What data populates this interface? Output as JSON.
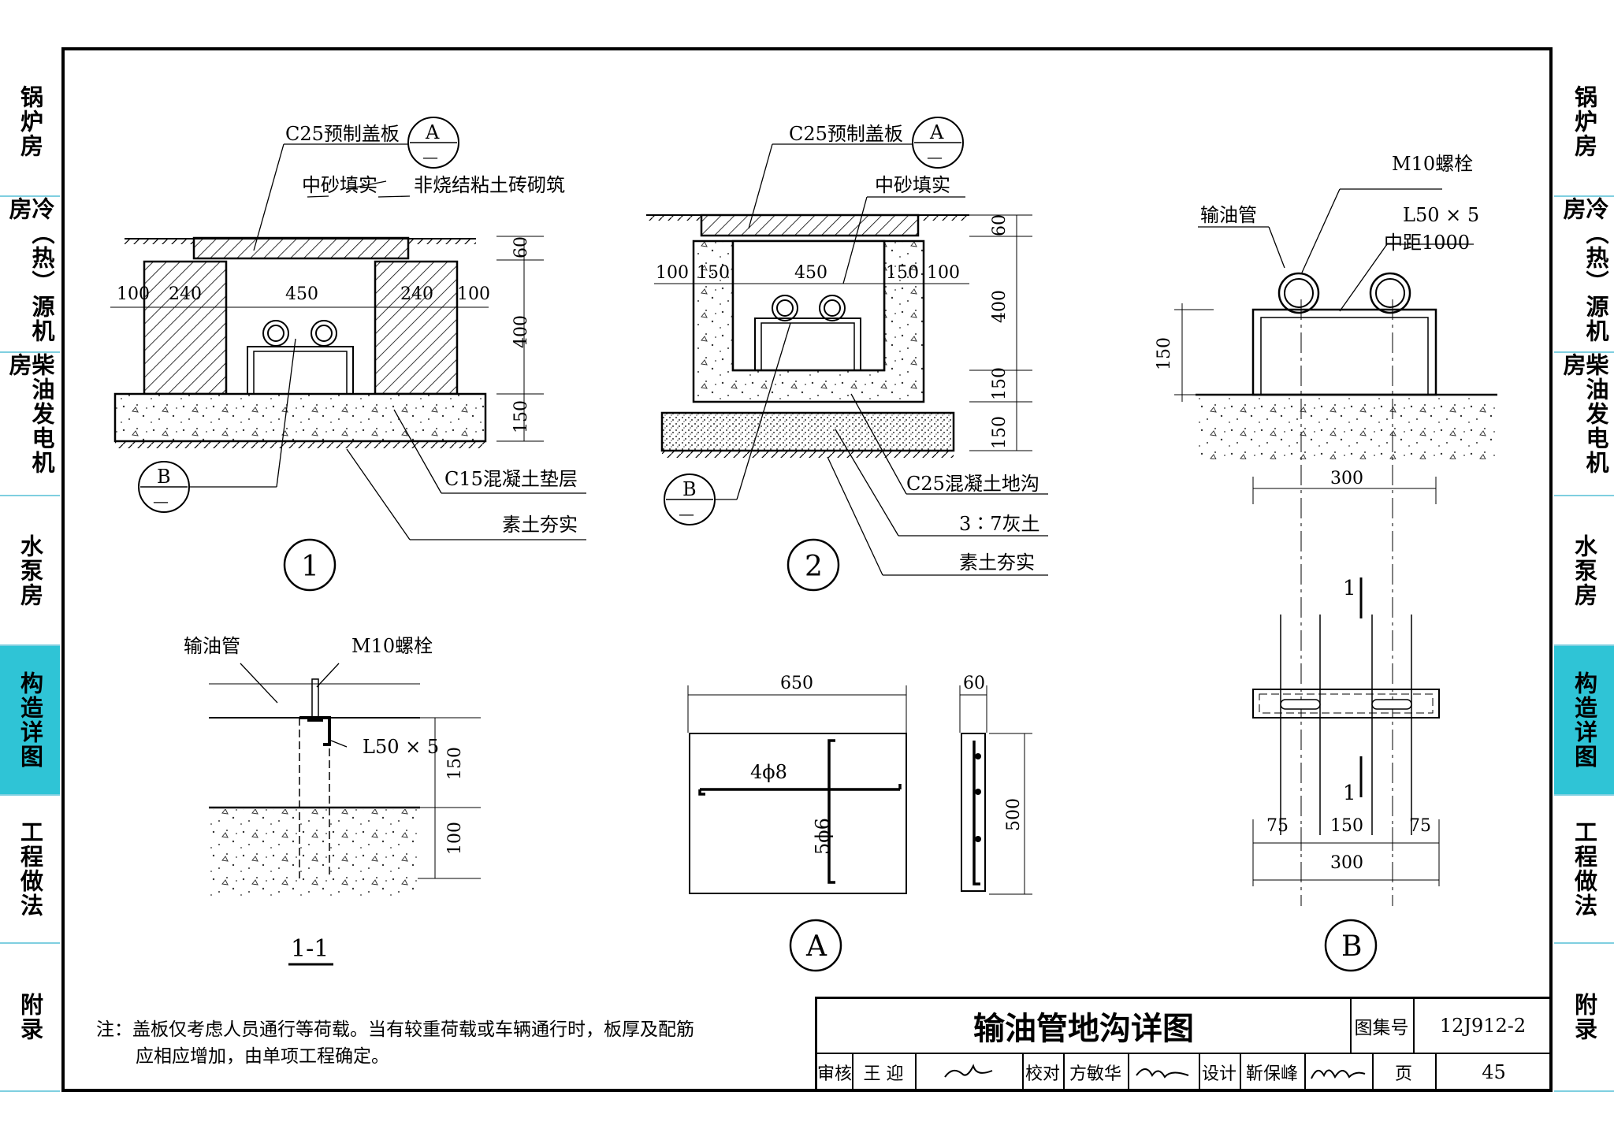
{
  "left_tabs": [
    {
      "label": "锅炉房"
    },
    {
      "label": "冷（热）源机房"
    },
    {
      "label": "柴油发电机房"
    },
    {
      "label": "水泵房"
    },
    {
      "label": "构造详图"
    },
    {
      "label": "工程做法"
    },
    {
      "label": "附录"
    }
  ],
  "right_tabs": [
    {
      "label": "锅炉房"
    },
    {
      "label": "冷（热）源机房"
    },
    {
      "label": "柴油发电机房"
    },
    {
      "label": "水泵房"
    },
    {
      "label": "构造详图"
    },
    {
      "label": "工程做法"
    },
    {
      "label": "附录"
    }
  ],
  "active_tab": "构造详图",
  "colors": {
    "active_tab": "#2fc4d6",
    "tab_divider": "#7fcfe0"
  },
  "detail1": {
    "cover": "C25预制盖板",
    "sand": "中砂填实",
    "brick": "非烧结粘土砖砌筑",
    "cushion": "C15混凝土垫层",
    "soil": "素土夯实",
    "dims": [
      "100",
      "240",
      "450",
      "240",
      "100",
      "60",
      "400",
      "150"
    ],
    "tag": "1"
  },
  "detail2": {
    "cover": "C25预制盖板",
    "sand": "中砂填实",
    "trench": "C25混凝土地沟",
    "lime": "3∶7灰土",
    "soil": "素土夯实",
    "dims": [
      "100",
      "150",
      "450",
      "150",
      "100",
      "60",
      "400",
      "150",
      "150"
    ],
    "tag": "2"
  },
  "refA": {
    "letter": "A",
    "sub": "—"
  },
  "refB": {
    "letter": "B",
    "sub": "—"
  },
  "section11": {
    "pipe": "输油管",
    "bolt": "M10螺栓",
    "angle": "L50 × 5",
    "dims": [
      "150",
      "100"
    ],
    "tag": "1-1"
  },
  "detailA": {
    "width": "650",
    "thick": "60",
    "height": "500",
    "rebar_long": "4ϕ8",
    "rebar_trans": "5ϕ6",
    "tag": "A"
  },
  "detailB": {
    "bolt": "M10螺栓",
    "pipe": "输油管",
    "angle": "L50 × 5",
    "spacing": "中距1000",
    "dims": [
      "150",
      "300",
      "75",
      "150",
      "75",
      "300"
    ],
    "cut": "1",
    "tag": "B"
  },
  "note": {
    "line1": "注：盖板仅考虑人员通行等荷载。当有较重荷载或车辆通行时，板厚及配筋",
    "line2": "应相应增加，由单项工程确定。"
  },
  "title_block": {
    "title": "输油管地沟详图",
    "atlas_label": "图集号",
    "atlas_no": "12J912-2",
    "page_label": "页",
    "page_no": "45",
    "review_label": "审核",
    "reviewer": "王 迎",
    "check_label": "校对",
    "checker": "方敏华",
    "design_label": "设计",
    "designer": "靳保峰"
  }
}
